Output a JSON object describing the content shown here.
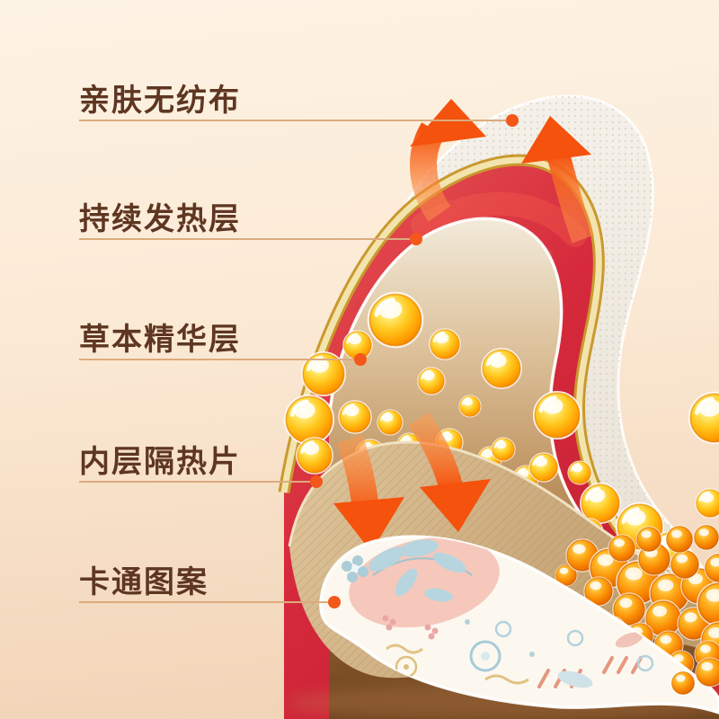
{
  "page": {
    "background_top": "#fdf3e4",
    "background_bottom": "#f1d3b6"
  },
  "diagram": {
    "labels": [
      {
        "id": "nonwoven",
        "text": "亲肤无纺布"
      },
      {
        "id": "heating",
        "text": "持续发热层"
      },
      {
        "id": "essence",
        "text": "草本精华层"
      },
      {
        "id": "insulation",
        "text": "内层隔热片"
      },
      {
        "id": "cartoon",
        "text": "卡通图案"
      }
    ],
    "colors": {
      "label_text": "#5e3622",
      "leader_line": "#dcab7e",
      "leader_dot": "#f4571a",
      "heating_red": "#cf1f34",
      "gold_rim": "#f3e4ae",
      "bubble_gold": "#ffc81e",
      "arrow_orange": "#f4520d",
      "insulation_tan": "#cfae7f",
      "nonwoven_grey": "#ece7de",
      "cartoon_base": "#fcf8f0"
    }
  }
}
